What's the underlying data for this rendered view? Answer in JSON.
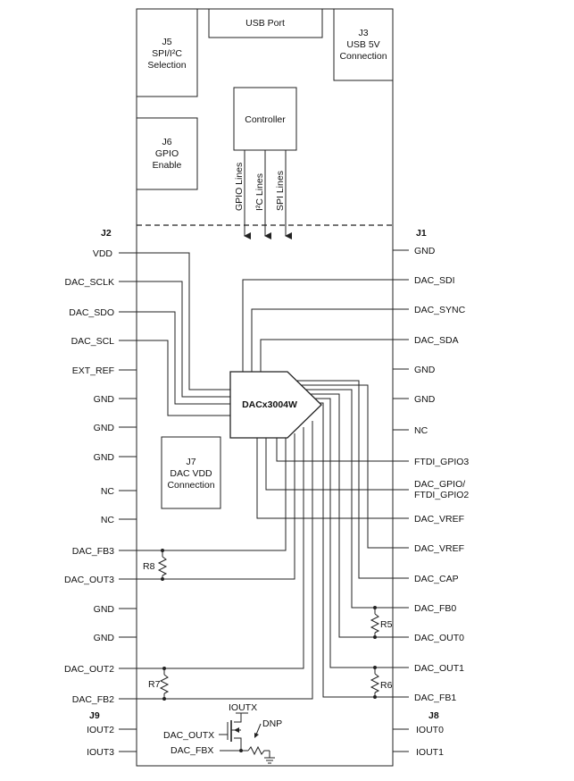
{
  "board": {
    "usb_port": "USB Port",
    "j3": [
      "J3",
      "USB 5V",
      "Connection"
    ],
    "j5": [
      "J5",
      "SPI/I²C",
      "Selection"
    ],
    "j6": [
      "J6",
      "GPIO",
      "Enable"
    ],
    "j7": [
      "J7",
      "DAC VDD",
      "Connection"
    ],
    "controller": "Controller",
    "bus_lines": [
      "GPIO Lines",
      "I²C Lines",
      "SPI Lines"
    ],
    "dac_chip": "DACx3004W"
  },
  "connectors": {
    "j2_label": "J2",
    "j1_label": "J1",
    "j9_label": "J9",
    "j8_label": "J8",
    "left_pins": [
      "VDD",
      "DAC_SCLK",
      "DAC_SDO",
      "DAC_SCL",
      "EXT_REF",
      "GND",
      "GND",
      "GND",
      "NC",
      "NC",
      "DAC_FB3",
      "DAC_OUT3",
      "GND",
      "GND",
      "DAC_OUT2",
      "DAC_FB2"
    ],
    "right_pins": [
      "GND",
      "DAC_SDI",
      "DAC_SYNC",
      "DAC_SDA",
      "GND",
      "GND",
      "NC",
      "FTDI_GPIO3",
      "DAC_GPIO/",
      "FTDI_GPIO2",
      "DAC_VREF",
      "DAC_VREF",
      "DAC_CAP",
      "DAC_FB0",
      "DAC_OUT0",
      "DAC_OUT1",
      "DAC_FB1"
    ],
    "j9_pins": [
      "IOUT2",
      "IOUT3"
    ],
    "j8_pins": [
      "IOUT0",
      "IOUT1"
    ]
  },
  "resistors": [
    "R8",
    "R5",
    "R7",
    "R6"
  ],
  "iout_circuit": {
    "mosfet_label": "IOUTX",
    "gate_label": "DAC_OUTX",
    "source_label": "DAC_FBX",
    "dnp_label": "DNP"
  }
}
